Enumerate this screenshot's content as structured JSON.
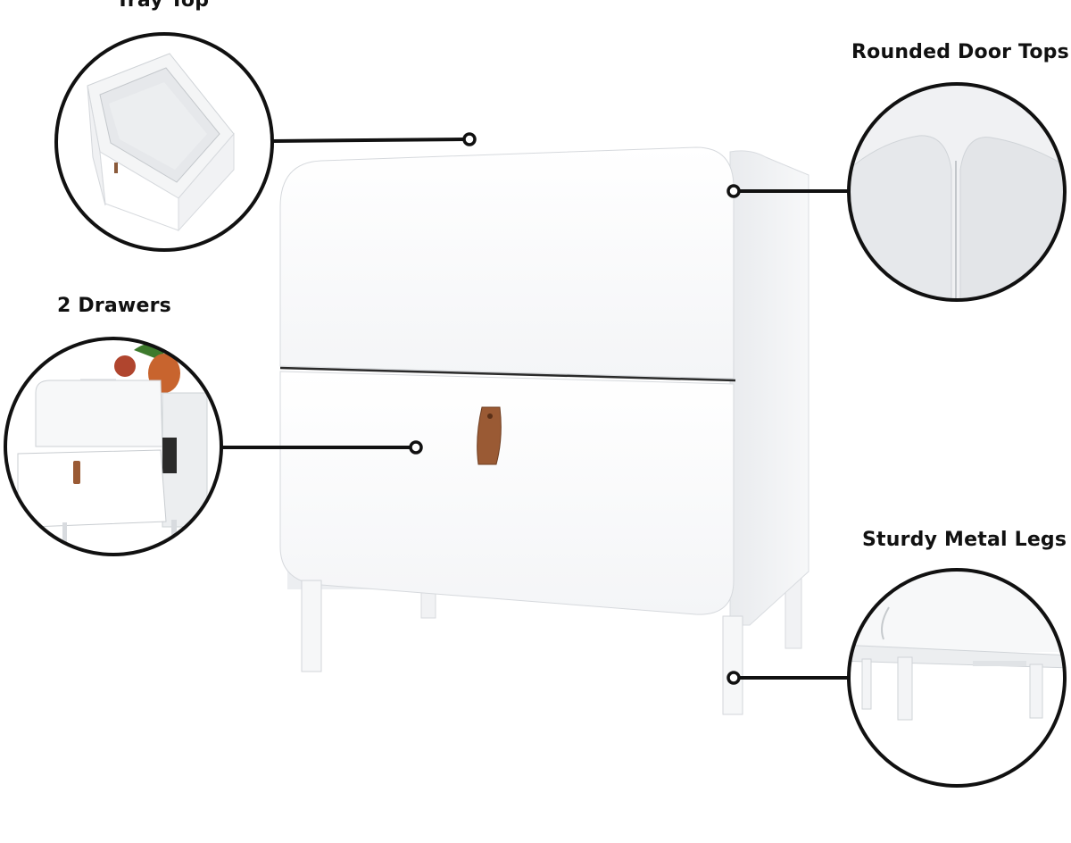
{
  "callouts": {
    "tray_top": "Tray Top",
    "drawers": "2 Drawers",
    "rounded_door_tops": "Rounded Door Tops",
    "metal_legs": "Sturdy Metal Legs"
  },
  "colors": {
    "cabinet": "#ffffff",
    "cabinet_shade": "#eef0f2",
    "leather_handle": "#9a5a34",
    "callout_ring": "#111111"
  }
}
